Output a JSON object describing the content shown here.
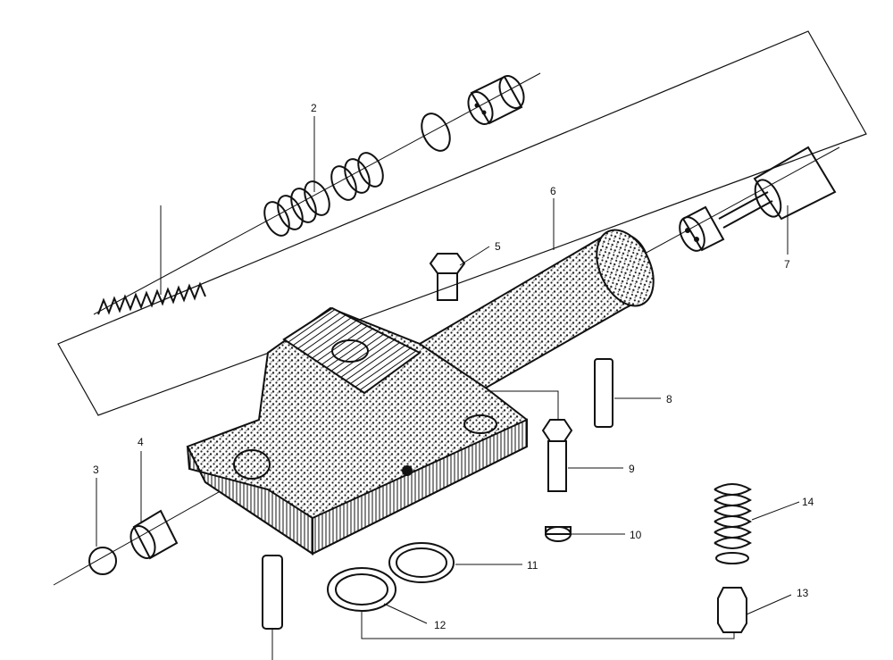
{
  "colors": {
    "ink": "#111111",
    "paper": "#ffffff",
    "body_stipple": "#9a9a9a"
  },
  "callouts": [
    {
      "id": "c2",
      "text": "2"
    },
    {
      "id": "c3",
      "text": "3"
    },
    {
      "id": "c4",
      "text": "4"
    },
    {
      "id": "c5",
      "text": "5"
    },
    {
      "id": "c6",
      "text": "6"
    },
    {
      "id": "c7",
      "text": "7"
    },
    {
      "id": "c8",
      "text": "8"
    },
    {
      "id": "c9",
      "text": "9"
    },
    {
      "id": "c10",
      "text": "10"
    },
    {
      "id": "c11",
      "text": "11"
    },
    {
      "id": "c12",
      "text": "12"
    },
    {
      "id": "c13",
      "text": "13"
    },
    {
      "id": "c14",
      "text": "14"
    }
  ]
}
